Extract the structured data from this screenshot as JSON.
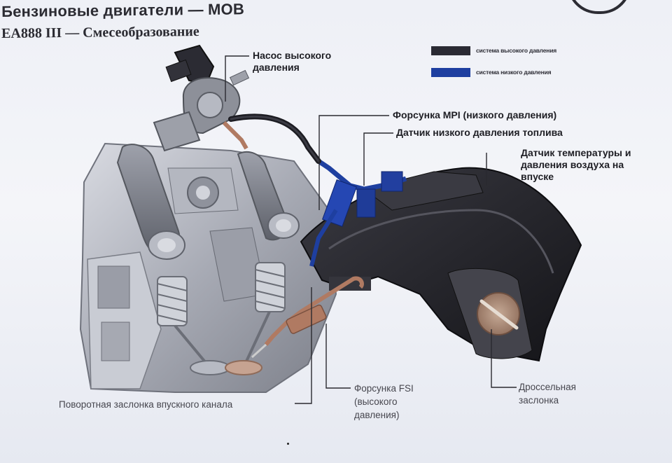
{
  "header": {
    "title": "Бензиновые двигатели — MOB",
    "subtitle": "EA888 III — Смесеобразование"
  },
  "legend": {
    "items": [
      {
        "label": "система высокого давления",
        "color": "#2a2a33"
      },
      {
        "label": "система низкого давления",
        "color": "#1e3fa0"
      }
    ]
  },
  "callouts": {
    "hp_pump_line1": "Насос высокого",
    "hp_pump_line2": "давления",
    "mpi_injector": "Форсунка MPI (низкого давления)",
    "low_pressure_sensor": "Датчик низкого давления топлива",
    "intake_sensor_line1": "Датчик температуры и",
    "intake_sensor_line2": "давления воздуха на",
    "intake_sensor_line3": "впуске",
    "fsi_line1": "Форсунка FSI",
    "fsi_line2": "(высокого",
    "fsi_line3": "давления)",
    "throttle_line1": "Дроссельная",
    "throttle_line2": "заслонка",
    "intake_flap": "Поворотная заслонка впускного канала"
  },
  "colors": {
    "high_pressure": "#2a2a33",
    "low_pressure": "#1e3fa0",
    "metal": "#b9bcc5",
    "manifold": "#232329",
    "copper": "#b07a62"
  }
}
